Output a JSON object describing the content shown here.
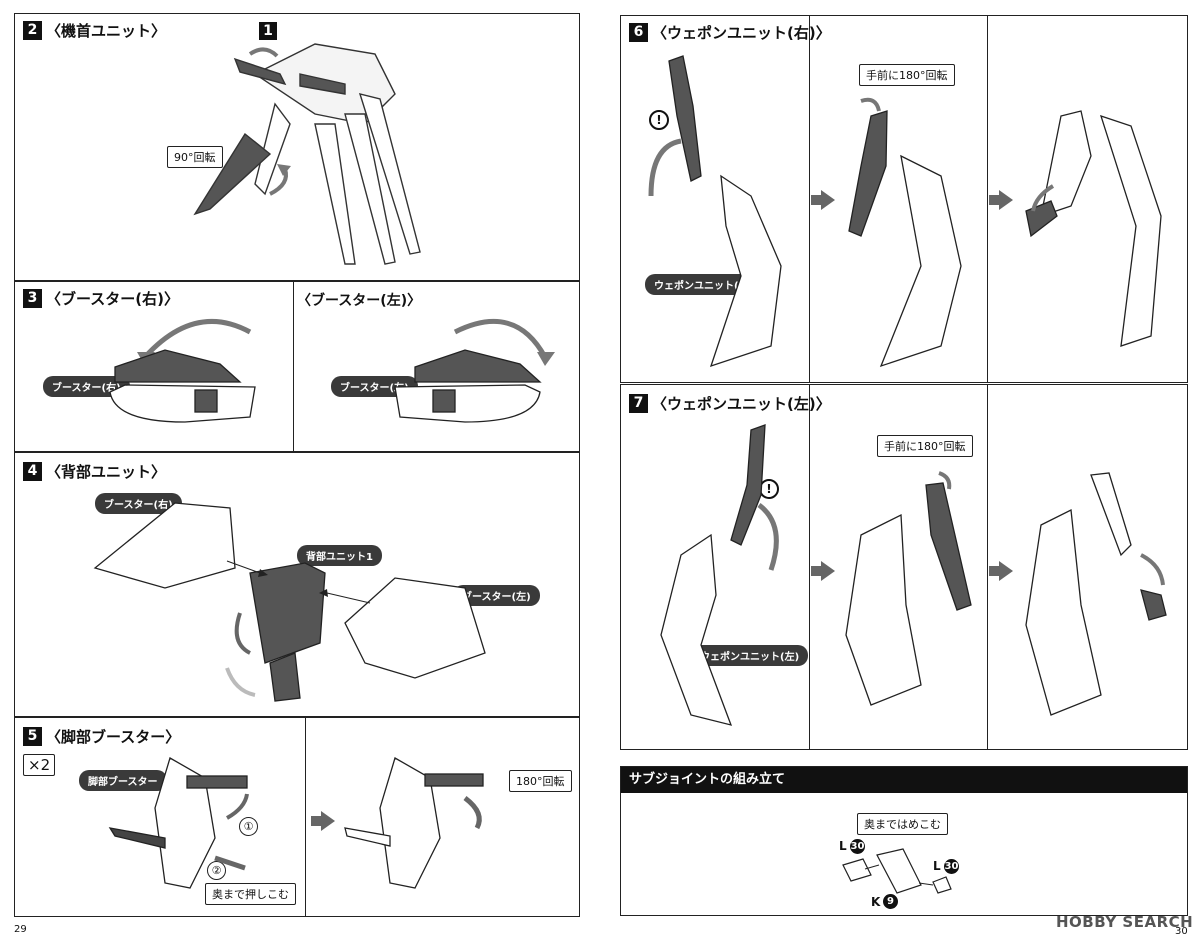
{
  "left_page": {
    "page_number": "29",
    "step2": {
      "number": "2",
      "title": "〈機首ユニット〉",
      "substep_badge": "1",
      "callout": "90°回転"
    },
    "step3": {
      "number": "3",
      "title": "〈ブースター(右)〉",
      "title_left": "〈ブースター(左)〉",
      "label_right": "ブースター(右)",
      "label_left": "ブースター(左)"
    },
    "step4": {
      "number": "4",
      "title": "〈背部ユニット〉",
      "label_booster_right": "ブースター(右)",
      "label_back_unit": "背部ユニット1",
      "label_booster_left": "ブースター(左)"
    },
    "step5": {
      "number": "5",
      "title": "〈脚部ブースター〉",
      "multiplier": "×2",
      "label_leg_booster": "脚部ブースター",
      "order_1": "①",
      "order_2": "②",
      "callout_push": "奥まで押しこむ",
      "callout_rotate": "180°回転"
    }
  },
  "right_page": {
    "page_number": "30",
    "step6": {
      "number": "6",
      "title": "〈ウェポンユニット(右)〉",
      "callout": "手前に180°回転",
      "label_unit": "ウェポンユニット(右)",
      "excl": "!"
    },
    "step7": {
      "number": "7",
      "title": "〈ウェポンユニット(左)〉",
      "callout": "手前に180°回転",
      "label_unit": "ウェポンユニット(左)",
      "excl": "!"
    },
    "subjoint": {
      "title": "サブジョイントの組み立て",
      "callout": "奥まではめこむ",
      "part_l1": "L",
      "part_l1_num": "30",
      "part_l2": "L",
      "part_l2_num": "30",
      "part_k": "K",
      "part_k_num": "9"
    },
    "watermark": "HOBBY SEARCH"
  }
}
